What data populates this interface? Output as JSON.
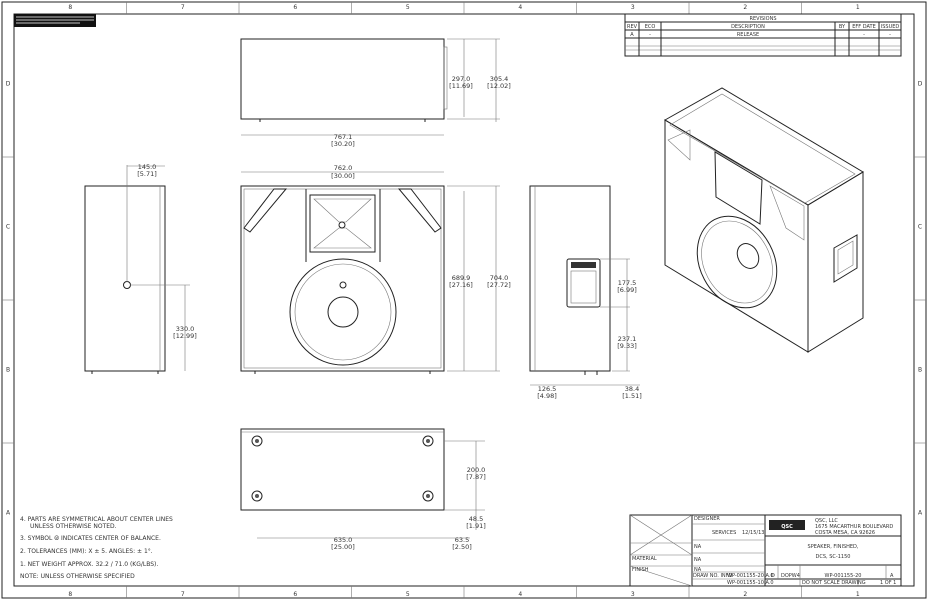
{
  "border": {
    "columns": [
      "8",
      "7",
      "6",
      "5",
      "4",
      "3",
      "2",
      "1"
    ],
    "rows": [
      "D",
      "C",
      "B",
      "A"
    ]
  },
  "revisions": {
    "title": "REVISIONS",
    "headers": [
      "REV",
      "ECO",
      "DESCRIPTION",
      "BY",
      "EFF DATE",
      "ISSUED"
    ],
    "rows": [
      [
        "A",
        "-",
        "RELEASE",
        "",
        "-",
        "-"
      ]
    ]
  },
  "dimensions": {
    "top_height_1": "297.0",
    "top_height_1_in": "[11.69]",
    "top_height_2": "305.4",
    "top_height_2_in": "[12.02]",
    "top_width": "767.1",
    "top_width_in": "[30.20]",
    "front_width": "762.0",
    "front_width_in": "[30.00]",
    "front_height_1": "689.9",
    "front_height_1_in": "[27.16]",
    "front_height_2": "704.0",
    "front_height_2_in": "[27.72]",
    "side_cob_x": "145.0",
    "side_cob_x_in": "[5.71]",
    "side_cob_y": "330.0",
    "side_cob_y_in": "[12.99]",
    "panel_h": "177.5",
    "panel_h_in": "[6.99]",
    "panel_bottom": "237.1",
    "panel_bottom_in": "[9.33]",
    "panel_x": "126.5",
    "panel_x_in": "[4.98]",
    "panel_edge": "38.4",
    "panel_edge_in": "[1.51]",
    "bottom_depth": "200.0",
    "bottom_depth_in": "[7.87]",
    "bottom_offset": "48.5",
    "bottom_offset_in": "[1.91]",
    "bottom_span": "635.0",
    "bottom_span_in": "[25.00]",
    "bottom_edge": "63.5",
    "bottom_edge_in": "[2.50]"
  },
  "notes": [
    "4. PARTS ARE SYMMETRICAL ABOUT CENTER LINES",
    "UNLESS OTHERWISE NOTED.",
    "3. SYMBOL ⦼ INDICATES CENTER OF BALANCE.",
    "2. TOLERANCES (MM): X ± 5. ANGLES: ± 1°.",
    "1. NET WEIGHT APPROX. 32.2 / 71.0 (KG/LBS).",
    "NOTE: UNLESS OTHERWISE SPECIFIED"
  ],
  "title_block": {
    "designer": "DESIGNER",
    "designer_name": "SERVICES",
    "designer_date": "12/15/13",
    "tech_director": "NA",
    "mfg_engineer": "NA",
    "third_na": "NA",
    "drawing_no_label": "DRAW NO. INFO",
    "drawing_info": "WP-001155-20.A.0",
    "model_info": "WP-001155-10.A.0",
    "company": "QSC, LLC",
    "address1": "1675 MACARTHUR BOULEVARD",
    "address2": "COSTA MESA, CA  92626",
    "logo": "QSC",
    "title1": "SPEAKER, FINISHED,",
    "title2": "DCS, SC-1150",
    "size": "D",
    "cage": "DOPW4",
    "dwg_no": "WP-001155-20",
    "rev": "A",
    "scale_note": "DO NOT SCALE DRAWING",
    "sheet": "1 OF 1",
    "material": "MATERIAL",
    "finish": "FINISH"
  }
}
